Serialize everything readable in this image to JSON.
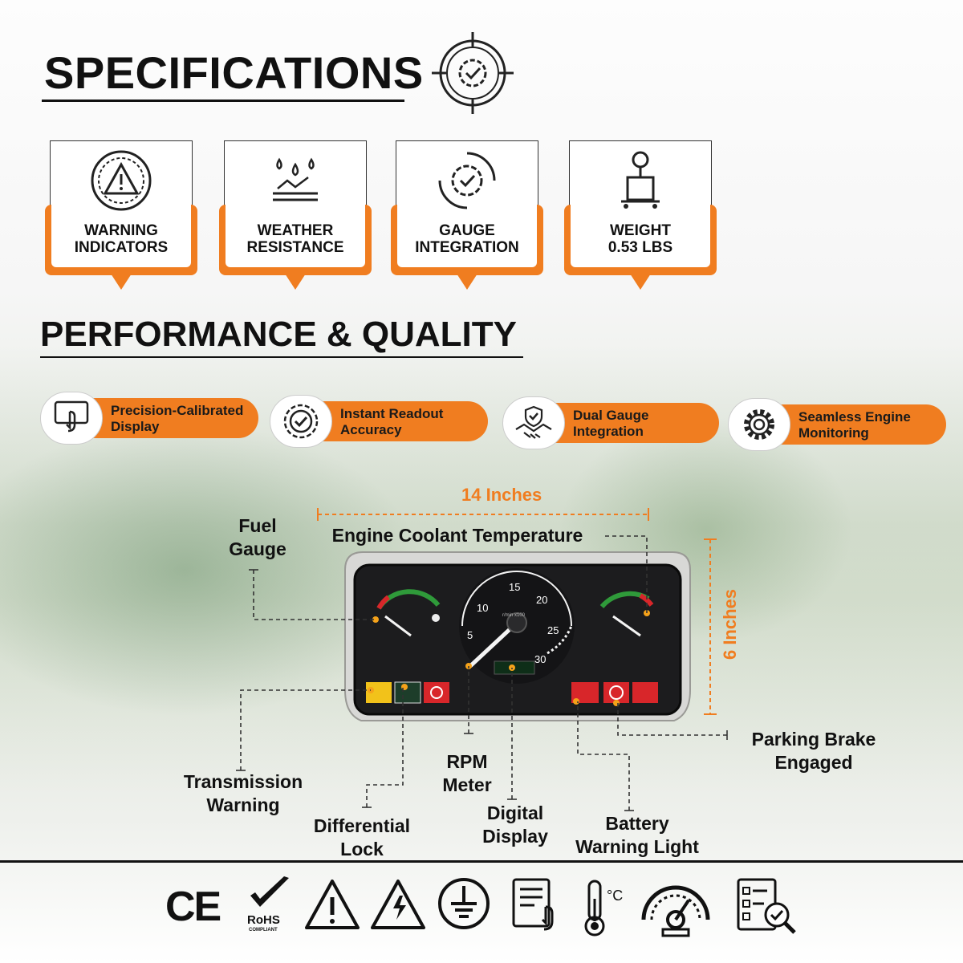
{
  "header": {
    "title": "SPECIFICATIONS"
  },
  "spec_cards": [
    {
      "id": "warning",
      "line1": "WARNING",
      "line2": "INDICATORS",
      "icon": "warning-gauge-icon"
    },
    {
      "id": "weather",
      "line1": "WEATHER",
      "line2": "RESISTANCE",
      "icon": "water-drops-icon"
    },
    {
      "id": "gauge",
      "line1": "GAUGE",
      "line2": "INTEGRATION",
      "icon": "gear-cycle-icon"
    },
    {
      "id": "weight",
      "line1": "WEIGHT",
      "line2": "0.53 LBS",
      "icon": "scale-icon"
    }
  ],
  "section2": {
    "title": "PERFORMANCE & QUALITY"
  },
  "features": [
    {
      "line1": "Precision-Calibrated",
      "line2": "Display",
      "icon": "touch-screen-icon"
    },
    {
      "line1": "Instant Readout",
      "line2": "Accuracy",
      "icon": "check-badge-icon"
    },
    {
      "line1": "Dual Gauge",
      "line2": "Integration",
      "icon": "handshake-icon"
    },
    {
      "line1": "Seamless Engine",
      "line2": "Monitoring",
      "icon": "gear-icon"
    }
  ],
  "dimensions": {
    "width": "14 Inches",
    "height": "6 Inches"
  },
  "callouts": {
    "fuel": [
      "Fuel",
      "Gauge"
    ],
    "coolant": "Engine Coolant Temperature",
    "transmission": [
      "Transmission",
      "Warning"
    ],
    "differential": [
      "Differential",
      "Lock"
    ],
    "rpm": [
      "RPM",
      "Meter"
    ],
    "digital": [
      "Digital",
      "Display"
    ],
    "battery": [
      "Battery",
      "Warning Light"
    ],
    "parking": [
      "Parking Brake",
      "Engaged"
    ]
  },
  "tach": {
    "labels": [
      "5",
      "10",
      "15",
      "20",
      "25",
      "30"
    ],
    "unit": "r/min x100"
  },
  "certifications": {
    "ce": "CE",
    "rohs": "RoHS",
    "rohs_sub": "COMPLIANT",
    "celsius": "°C"
  },
  "colors": {
    "accent": "#f07d20",
    "dark": "#111111"
  }
}
